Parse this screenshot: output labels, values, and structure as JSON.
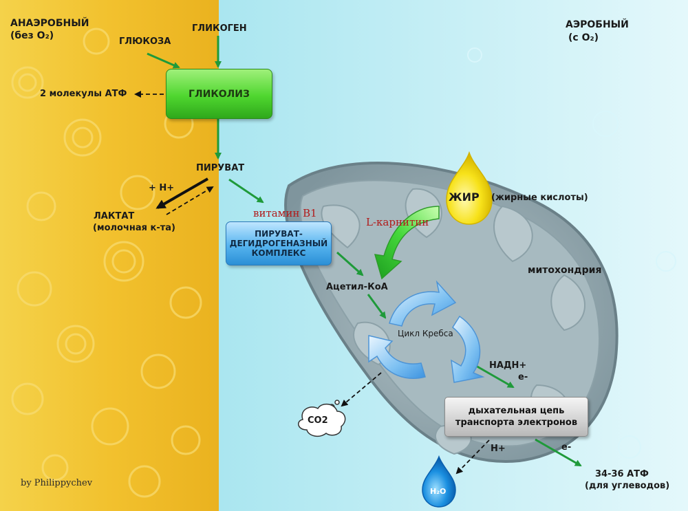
{
  "left_zone": {
    "title": "АНАЭРОБНЫЙ",
    "subtitle": "(без O₂)"
  },
  "right_zone": {
    "title": "АЭРОБНЫЙ",
    "subtitle": "(с O₂)"
  },
  "nodes": {
    "glycogen": "ГЛИКОГЕН",
    "glucose": "ГЛЮКОЗА",
    "glycolysis": "ГЛИКОЛИЗ",
    "atp2": "2 молекулы АТФ",
    "pyruvate": "ПИРУВАТ",
    "h_plus_left": "+  Н+",
    "lactate": "ЛАКТАТ",
    "lactate_note": "(молочная к-та)",
    "vitamin_b1": "витамин В1",
    "pdh_line1": "ПИРУВАТ-",
    "pdh_line2": "ДЕГИДРОГЕНАЗНЫЙ",
    "pdh_line3": "КОМПЛЕКС",
    "l_carnitine": "L-карнитин",
    "fat": "ЖИР",
    "fat_note": "(жирные кислоты)",
    "mitochondria": "митохондрия",
    "acetyl_coa": "Ацетил-КоА",
    "krebs": "Цикл Кребса",
    "nadh": "НАДН+",
    "e_minus_1": "е-",
    "co2": "СО2",
    "etc_line1": "дыхательная цепь",
    "etc_line2": "транспорта электронов",
    "h_plus_right": "Н+",
    "e_minus_2": "е-",
    "h2o": "H₂O",
    "atp_final": "34-36 АТФ",
    "atp_final_note": "(для углеводов)"
  },
  "byline": "by Philippychev",
  "colors": {
    "anaerobic_bg": "#f2c12e",
    "aerobic_bg": "#bdecf3",
    "arrow_green": "#1f9a3a",
    "mito_outer": "#7d96a0",
    "mito_inner": "#9fb3ba",
    "glycolysis_box": "#4fd62f",
    "pdh_box": "#56b4ef",
    "etc_box": "#d2d2d2",
    "fat_drop": "#f7e21a",
    "krebs_arrows": "#5aa9ec",
    "label_red": "#b11a1a"
  }
}
